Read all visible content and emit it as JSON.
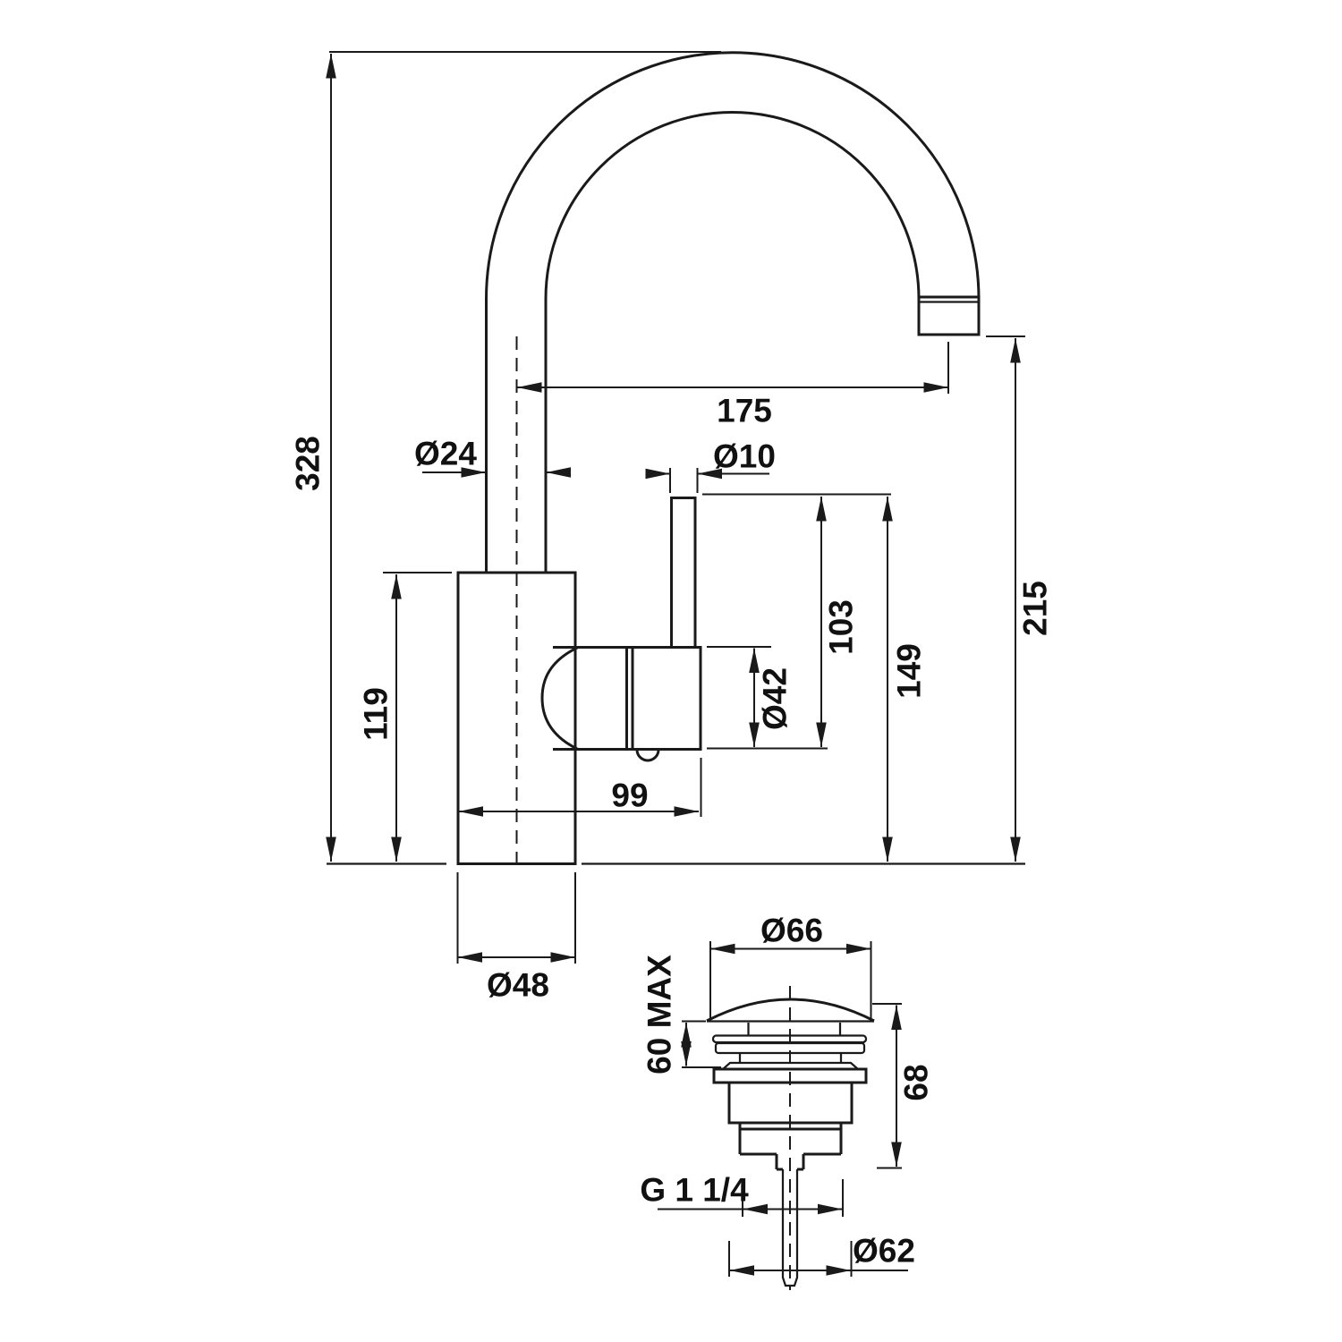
{
  "drawing_type": "technical dimension drawing",
  "subject": "single-lever basin mixer tap with swivel spout and clic-clac drain plug",
  "colors": {
    "ink": "#1a1a1a",
    "background": "#ffffff"
  },
  "faucet_view": {
    "overall_height": "328",
    "spout_reach": "175",
    "spout_tube_diameter": "Ø24",
    "lever_rod_diameter": "Ø10",
    "body_height": "119",
    "body_depth": "99",
    "cartridge_diameter": "Ø42",
    "lever_base_height": "103",
    "lever_top_height": "149",
    "outlet_height": "215",
    "base_diameter": "Ø48"
  },
  "drain_view": {
    "cap_diameter": "Ø66",
    "clamping_range": "60 MAX",
    "body_height": "68",
    "thread_size": "G 1 1/4",
    "body_diameter": "Ø62"
  }
}
